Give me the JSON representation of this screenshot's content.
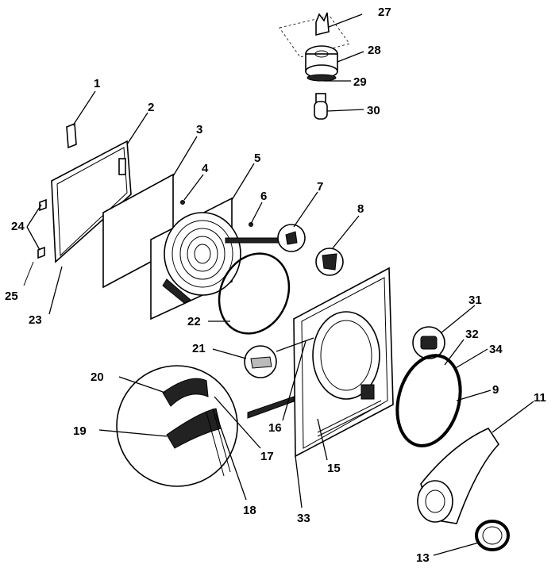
{
  "callouts": [
    {
      "id": "1",
      "text": "1"
    },
    {
      "id": "2",
      "text": "2"
    },
    {
      "id": "3",
      "text": "3"
    },
    {
      "id": "4",
      "text": "4"
    },
    {
      "id": "5",
      "text": "5"
    },
    {
      "id": "6",
      "text": "6"
    },
    {
      "id": "7",
      "text": "7"
    },
    {
      "id": "8",
      "text": "8"
    },
    {
      "id": "9",
      "text": "9"
    },
    {
      "id": "11",
      "text": "11"
    },
    {
      "id": "13",
      "text": "13"
    },
    {
      "id": "15",
      "text": "15"
    },
    {
      "id": "16",
      "text": "16"
    },
    {
      "id": "17",
      "text": "17"
    },
    {
      "id": "18",
      "text": "18"
    },
    {
      "id": "19",
      "text": "19"
    },
    {
      "id": "20",
      "text": "20"
    },
    {
      "id": "21",
      "text": "21"
    },
    {
      "id": "22",
      "text": "22"
    },
    {
      "id": "23",
      "text": "23"
    },
    {
      "id": "24",
      "text": "24"
    },
    {
      "id": "25",
      "text": "25"
    },
    {
      "id": "27",
      "text": "27"
    },
    {
      "id": "28",
      "text": "28"
    },
    {
      "id": "29",
      "text": "29"
    },
    {
      "id": "30",
      "text": "30"
    },
    {
      "id": "31",
      "text": "31"
    },
    {
      "id": "32",
      "text": "32"
    },
    {
      "id": "33",
      "text": "33"
    },
    {
      "id": "34",
      "text": "34"
    }
  ]
}
